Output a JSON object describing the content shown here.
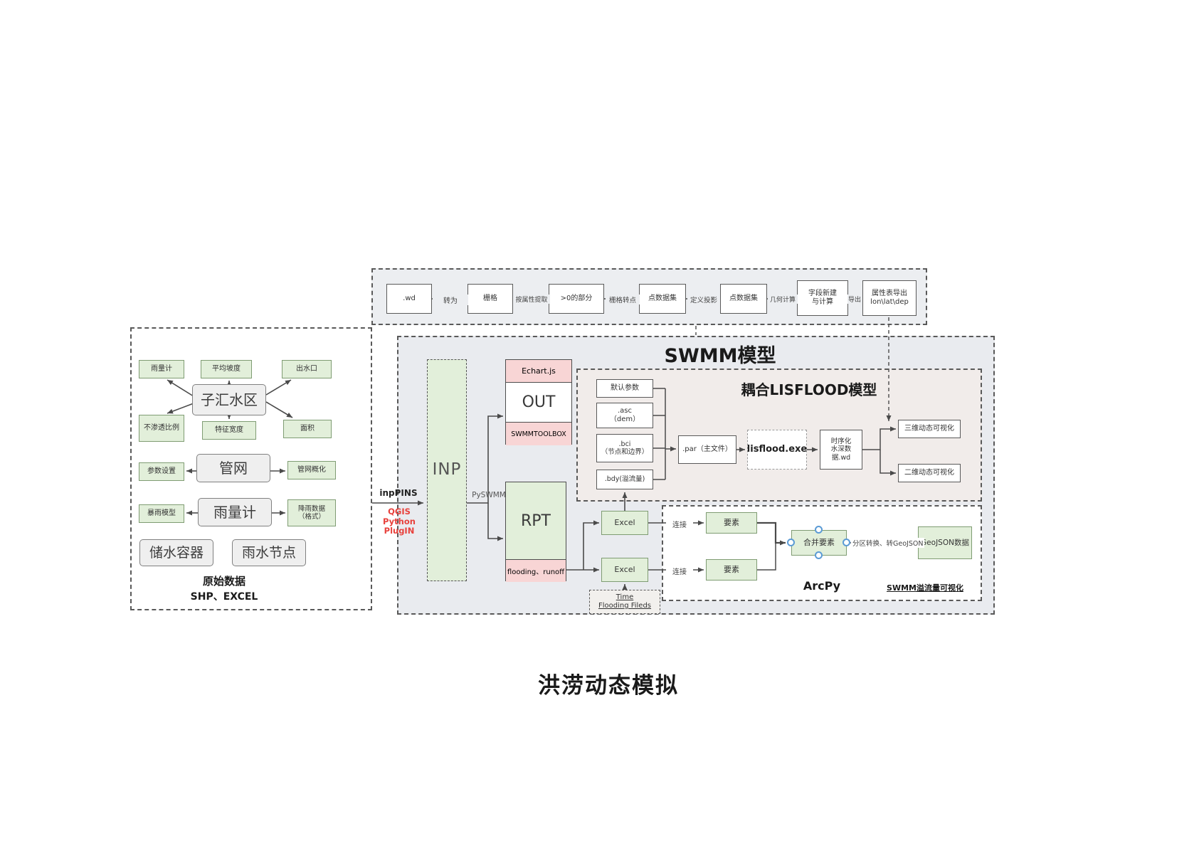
{
  "page": {
    "bottom_title": "洪涝动态模拟"
  },
  "top_chain": {
    "nodes": {
      "wd": ".wd",
      "raster": "栅格",
      "gt0": ">0的部分",
      "pts1": "点数据集",
      "pts2": "点数据集",
      "field1": "字段新建",
      "field2": "与计算",
      "attr1": "属性表导出",
      "attr2": "lon\\lat\\dep"
    },
    "edges": {
      "convert": "转为",
      "extract": "按属性提取",
      "r2p": "栅格转点",
      "proj": "定义投影",
      "geom": "几何计算",
      "export": "导出"
    }
  },
  "source_panel": {
    "title": "原始数据",
    "subtitle": "SHP、EXCEL",
    "nodes": {
      "rain_gauge_small": "雨量计",
      "avg_slope": "平均坡度",
      "outlet": "出水口",
      "subcatchment": "子汇水区",
      "impervious": "不渗透比例",
      "char_width": "特征宽度",
      "area": "面积",
      "pipe_network": "管网",
      "param_settings": "参数设置",
      "pipe_generalization": "管网概化",
      "rain_gauge": "雨量计",
      "storm_model": "暴雨模型",
      "rain_data1": "降雨数据",
      "rain_data2": "（格式）",
      "storage": "储水容器",
      "rain_node": "雨水节点"
    }
  },
  "main_flow": {
    "inp": "INP",
    "pyswmm": "PySWMM",
    "inp_edge": "inpPINS",
    "plugin1": "QGIS",
    "plugin2": "Python",
    "plugin3": "PlugIN"
  },
  "swmm": {
    "title": "SWMM模型",
    "out": {
      "top": "Echart.js",
      "mid": "OUT",
      "bottom": "SWMMTOOLBOX"
    },
    "rpt": {
      "mid": "RPT",
      "bottom": "flooding、runoff"
    }
  },
  "lisflood": {
    "title": "耦合LISFLOOD模型",
    "default_param": "默认参数",
    "asc1": ".asc",
    "asc2": "（dem）",
    "bci1": ".bci",
    "bci2": "（节点和边界）",
    "bdy": ".bdy(溢流量)",
    "par": ".par（主文件）",
    "exe": "lisflood.exe",
    "wd1": "时序化",
    "wd2": "水深数",
    "wd3": "据.wd",
    "viz3d": "三维动态可视化",
    "viz2d": "二维动态可视化"
  },
  "arcpy": {
    "label": "ArcPy",
    "caption": "SWMM溢流量可视化",
    "excel1": "Excel",
    "excel2": "Excel",
    "feature1": "要素",
    "feature2": "要素",
    "merge": "合并要素",
    "geojson": "GeoJSON数据",
    "edge_join1": "连接",
    "edge_join2": "连接",
    "edge_convert": "分区转换、转GeoJSON",
    "time1": "Time",
    "time2": "Flooding Fileds"
  },
  "colors": {
    "green_fill": "#e2efda",
    "pink_fill": "#f8d5d5",
    "gray_fill": "#efefef",
    "swmm_bg": "#e9ebef",
    "lisflood_bg": "#f1ecea",
    "accent_red": "#e8413c",
    "handle_blue": "#5b9bd5"
  }
}
